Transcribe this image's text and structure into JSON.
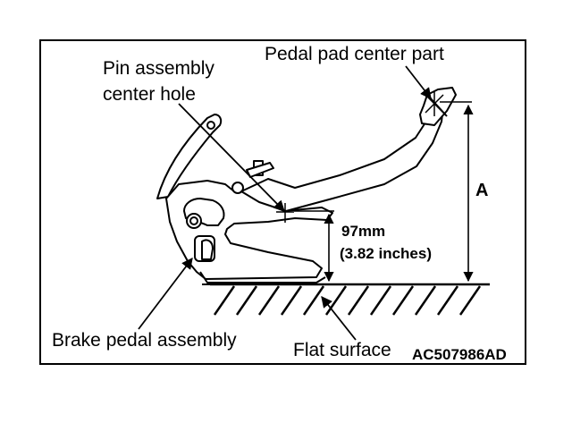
{
  "labels": {
    "pin_assembly_line1": "Pin assembly",
    "pin_assembly_line2": "center hole",
    "pedal_pad": "Pedal pad center part",
    "dimension_a": "A",
    "height_mm": "97mm",
    "height_in": "(3.82 inches)",
    "brake_pedal_assembly": "Brake pedal assembly",
    "flat_surface": "Flat surface",
    "figure_code": "AC507986AD"
  }
}
